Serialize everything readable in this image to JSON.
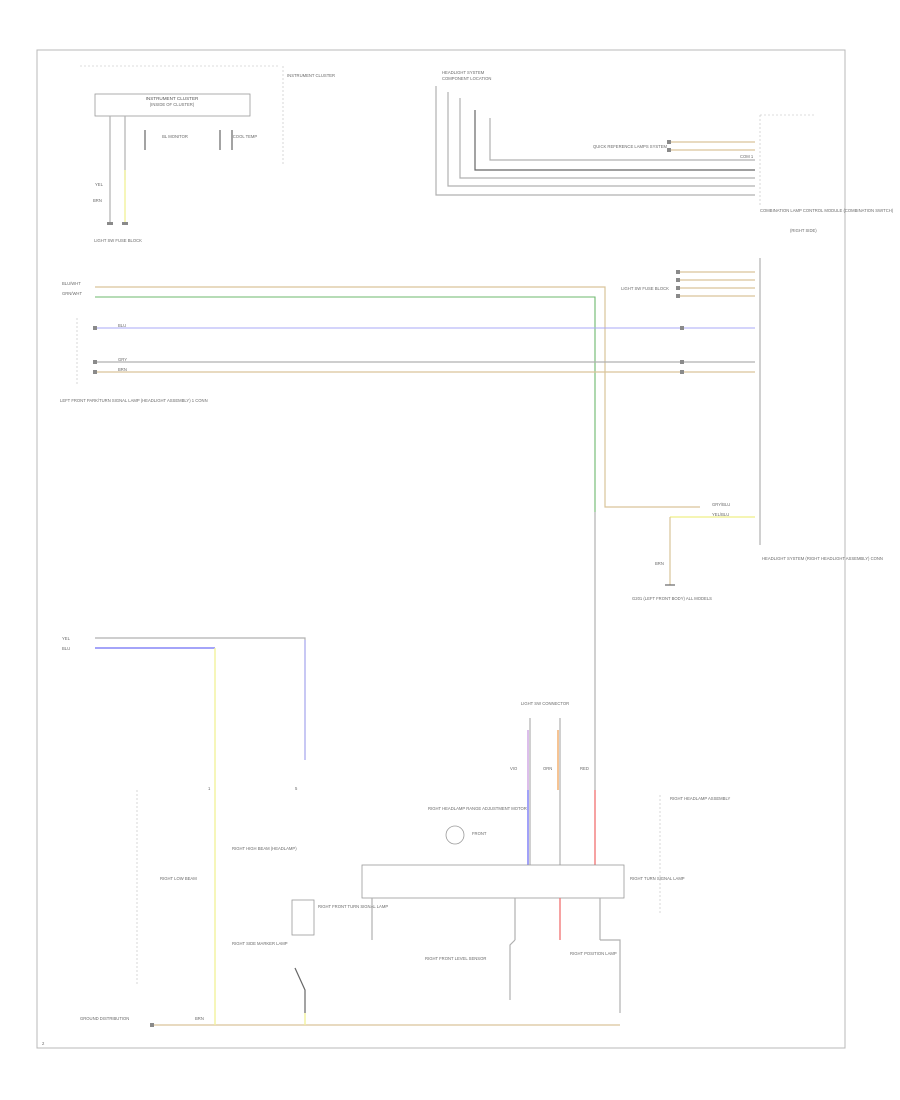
{
  "labels": {
    "instrument_cluster": "INSTRUMENT CLUSTER",
    "instrument_cluster_sub": "(INSIDE OF CLUSTER)",
    "cluster_pin_left": "BL MONITOR",
    "cluster_pin_right": "COOL TEMP",
    "instrument_cluster_side": "INSTRUMENT CLUSTER",
    "cluster_wire_1": "YEL",
    "cluster_wire_2": "BRN",
    "cluster_connector": "LIGHT SW FUSE BLOCK",
    "headlight_system": "HEADLIGHT SYSTEM",
    "headlight_system_sub": "COMPONENT LOCATION",
    "quick_ref": "QUICK REFERENCE LAMPS SYSTEM",
    "right_pin_label": "COM 1",
    "combination_lamp": "COMBINATION LAMP CONTROL MODULE (COMBINATION SWITCH)",
    "combination_lamp_sub": "(RIGHT SIDE)",
    "wire_top_a": "BLU/WHT",
    "wire_top_b": "GRN/WHT",
    "left_wire_1": "BLU",
    "left_wire_2": "GRY",
    "left_wire_3": "BRN",
    "left_module": "LEFT FRONT PARK/TURN SIGNAL LAMP (HEADLIGHT ASSEMBLY) 1 CONN",
    "right_cluster_label": "LIGHT SW FUSE BLOCK",
    "ground_label": "G201 (LEFT FRONT BODY) ALL MODELS",
    "ground_wire": "BRN",
    "lower_right_module": "HEADLIGHT SYSTEM (RIGHT HEADLIGHT ASSEMBLY) CONN",
    "lower_wire_a": "GRY/BLU",
    "lower_wire_b": "YEL/BLU",
    "tl_wire_left": "YEL",
    "tl_wire_right": "BLU",
    "tl_pin_left": "1",
    "tl_pin_right": "5",
    "upper_connector": "LIGHT SW CONNECTOR",
    "lower_wire_labels": [
      "VIO",
      "ORN",
      "RED"
    ],
    "right_headlamp_module": "RIGHT HEADLAMP ASSEMBLY",
    "dimmer_actuator": "RIGHT HEADLAMP RANGE ADJUSTMENT MOTOR",
    "fan_label": "FRONT",
    "turn_lamp": "RIGHT TURN SIGNAL LAMP",
    "right_low_beam": "RIGHT LOW BEAM",
    "right_high_beam": "RIGHT HIGH BEAM (HEADLAMP)",
    "right_front_turn": "RIGHT FRONT TURN SIGNAL LAMP",
    "side_marker": "RIGHT SIDE MARKER LAMP",
    "position_lamp": "RIGHT POSITION LAMP",
    "right_front_sensor": "RIGHT FRONT LEVEL SENSOR",
    "bottom_ground": "GROUND DISTRIBUTION",
    "bottom_wire": "BRN",
    "page_num": "2"
  }
}
